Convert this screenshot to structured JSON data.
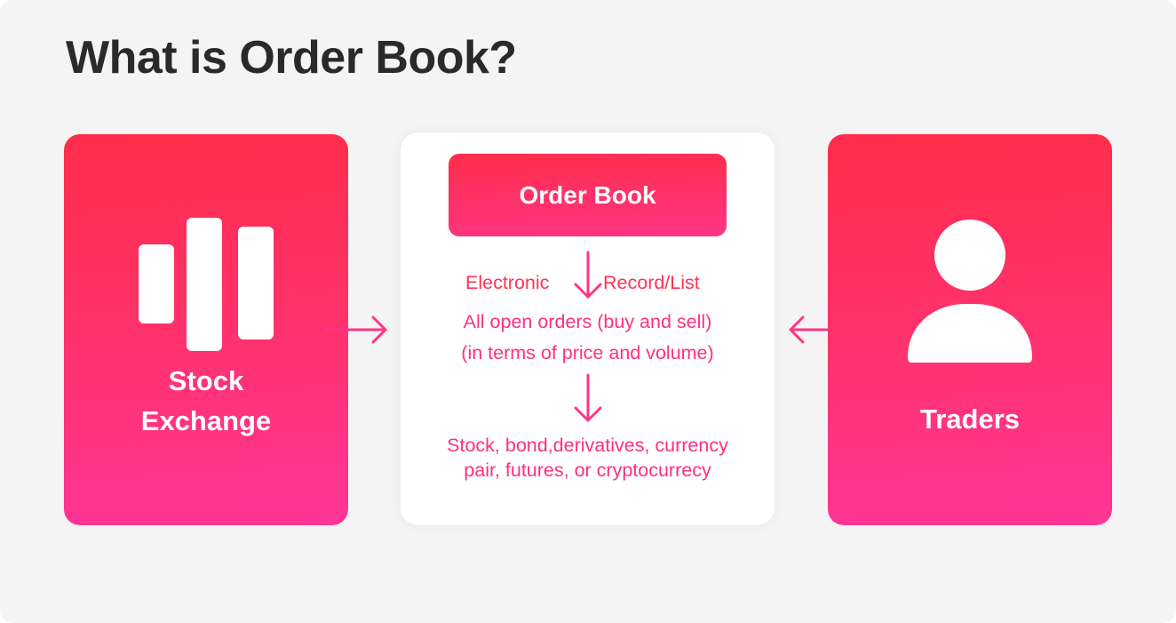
{
  "title": "What is Order Book?",
  "colors": {
    "background": "#f4f4f4",
    "title_text": "#2a2a2a",
    "gradient_top": "#ff2d4a",
    "gradient_bottom": "#ff3597",
    "label_red": "#ff3355",
    "text_pink": "#ff2f80",
    "arrow": "#ff3585"
  },
  "left_card": {
    "icon": "bar-chart-icon",
    "label_line1": "Stock",
    "label_line2": "Exchange"
  },
  "right_card": {
    "icon": "person-icon",
    "label": "Traders"
  },
  "center_panel": {
    "header": "Order Book",
    "label_left": "Electronic",
    "label_right": "Record/List",
    "description_line1": "All open orders (buy and sell)",
    "description_line2": "(in terms  of price and volume)",
    "assets_line1": "Stock, bond,derivatives, currency",
    "assets_line2": "pair, futures, or cryptocurrecy"
  },
  "connectors": [
    {
      "from": "Stock Exchange",
      "to": "Order Book",
      "icon": "arrow-right-icon"
    },
    {
      "from": "Traders",
      "to": "Order Book",
      "icon": "arrow-left-icon"
    }
  ]
}
